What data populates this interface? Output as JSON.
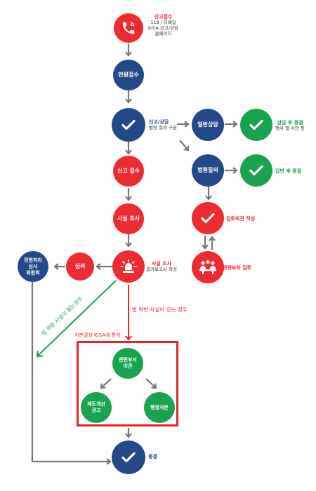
{
  "nodes": {
    "report_call": {
      "title": "신고접수",
      "sub1": "118 / 이메일",
      "sub2": "KISA 신고/상담",
      "sub3": "홈페이지"
    },
    "complaint_receipt": {
      "label": "민원접수"
    },
    "classify": {
      "title": "신고/상담",
      "sub": "법령 질의 구분"
    },
    "general_consult": {
      "label": "일반상담"
    },
    "consult_end": {
      "title": "상담 후 종결",
      "sub": "행사 별 사안 등"
    },
    "legal_inquiry": {
      "label": "법령질의"
    },
    "answer_end": {
      "title": "답변 후 종결"
    },
    "report_receipt": {
      "label": "신고 접수"
    },
    "fact_check": {
      "label": "사실 조사"
    },
    "review_opinion": {
      "title": "검토의견 작성"
    },
    "dept_review": {
      "title": "관련부처 검토"
    },
    "investigation": {
      "title": "사실 조사",
      "sub": "결과보고서 작성"
    },
    "deliberation": {
      "label": "심의"
    },
    "committee": {
      "line1": "민원처리",
      "line2": "심사",
      "line3": "위원회"
    },
    "transfer": {
      "line1": "관련부서",
      "line2": "이관"
    },
    "improve_rec": {
      "line1": "제도개선",
      "line2": "권고"
    },
    "admin_action": {
      "label": "행정처분"
    },
    "final_end": {
      "title": "종결"
    }
  },
  "edges": {
    "no_violation": "법 위반 사실이 없는경우",
    "violation": "법 위반 사실이 있는 경우",
    "notify": "처분결과 KISA에 통지"
  },
  "colors": {
    "red": "#ed2b33",
    "navy": "#24498a",
    "green": "#1aa34e",
    "arrow": "#777777"
  }
}
